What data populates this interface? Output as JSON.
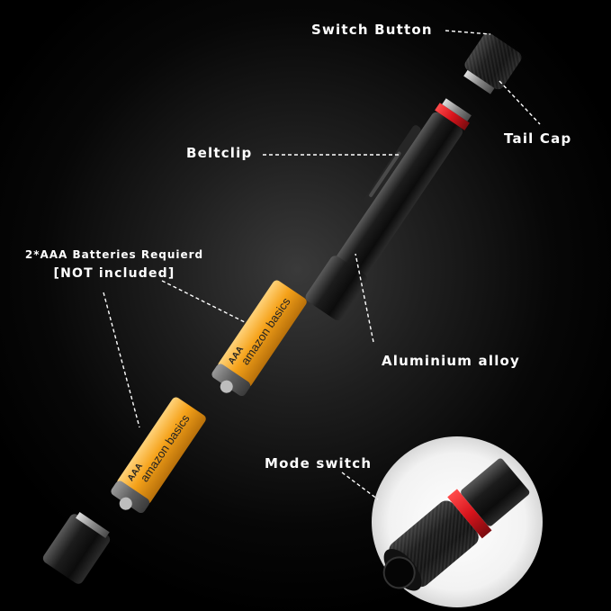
{
  "labels": {
    "switch_button": "Switch Button",
    "tail_cap": "Tail Cap",
    "beltclip": "Beltclip",
    "batteries_line1": "2*AAA Batteries Requierd",
    "batteries_line2": "[NOT included]",
    "aluminium_alloy": "Aluminium alloy",
    "mode_switch": "Mode switch"
  },
  "battery_brand": "amazon basics",
  "battery_type": "AAA",
  "colors": {
    "background": "#000000",
    "text": "#ffffff",
    "battery_body": "#f5a21a",
    "battery_cap": "#6b6b6b",
    "accent_ring": "#d8141c",
    "metal": "#1a1a1a"
  }
}
